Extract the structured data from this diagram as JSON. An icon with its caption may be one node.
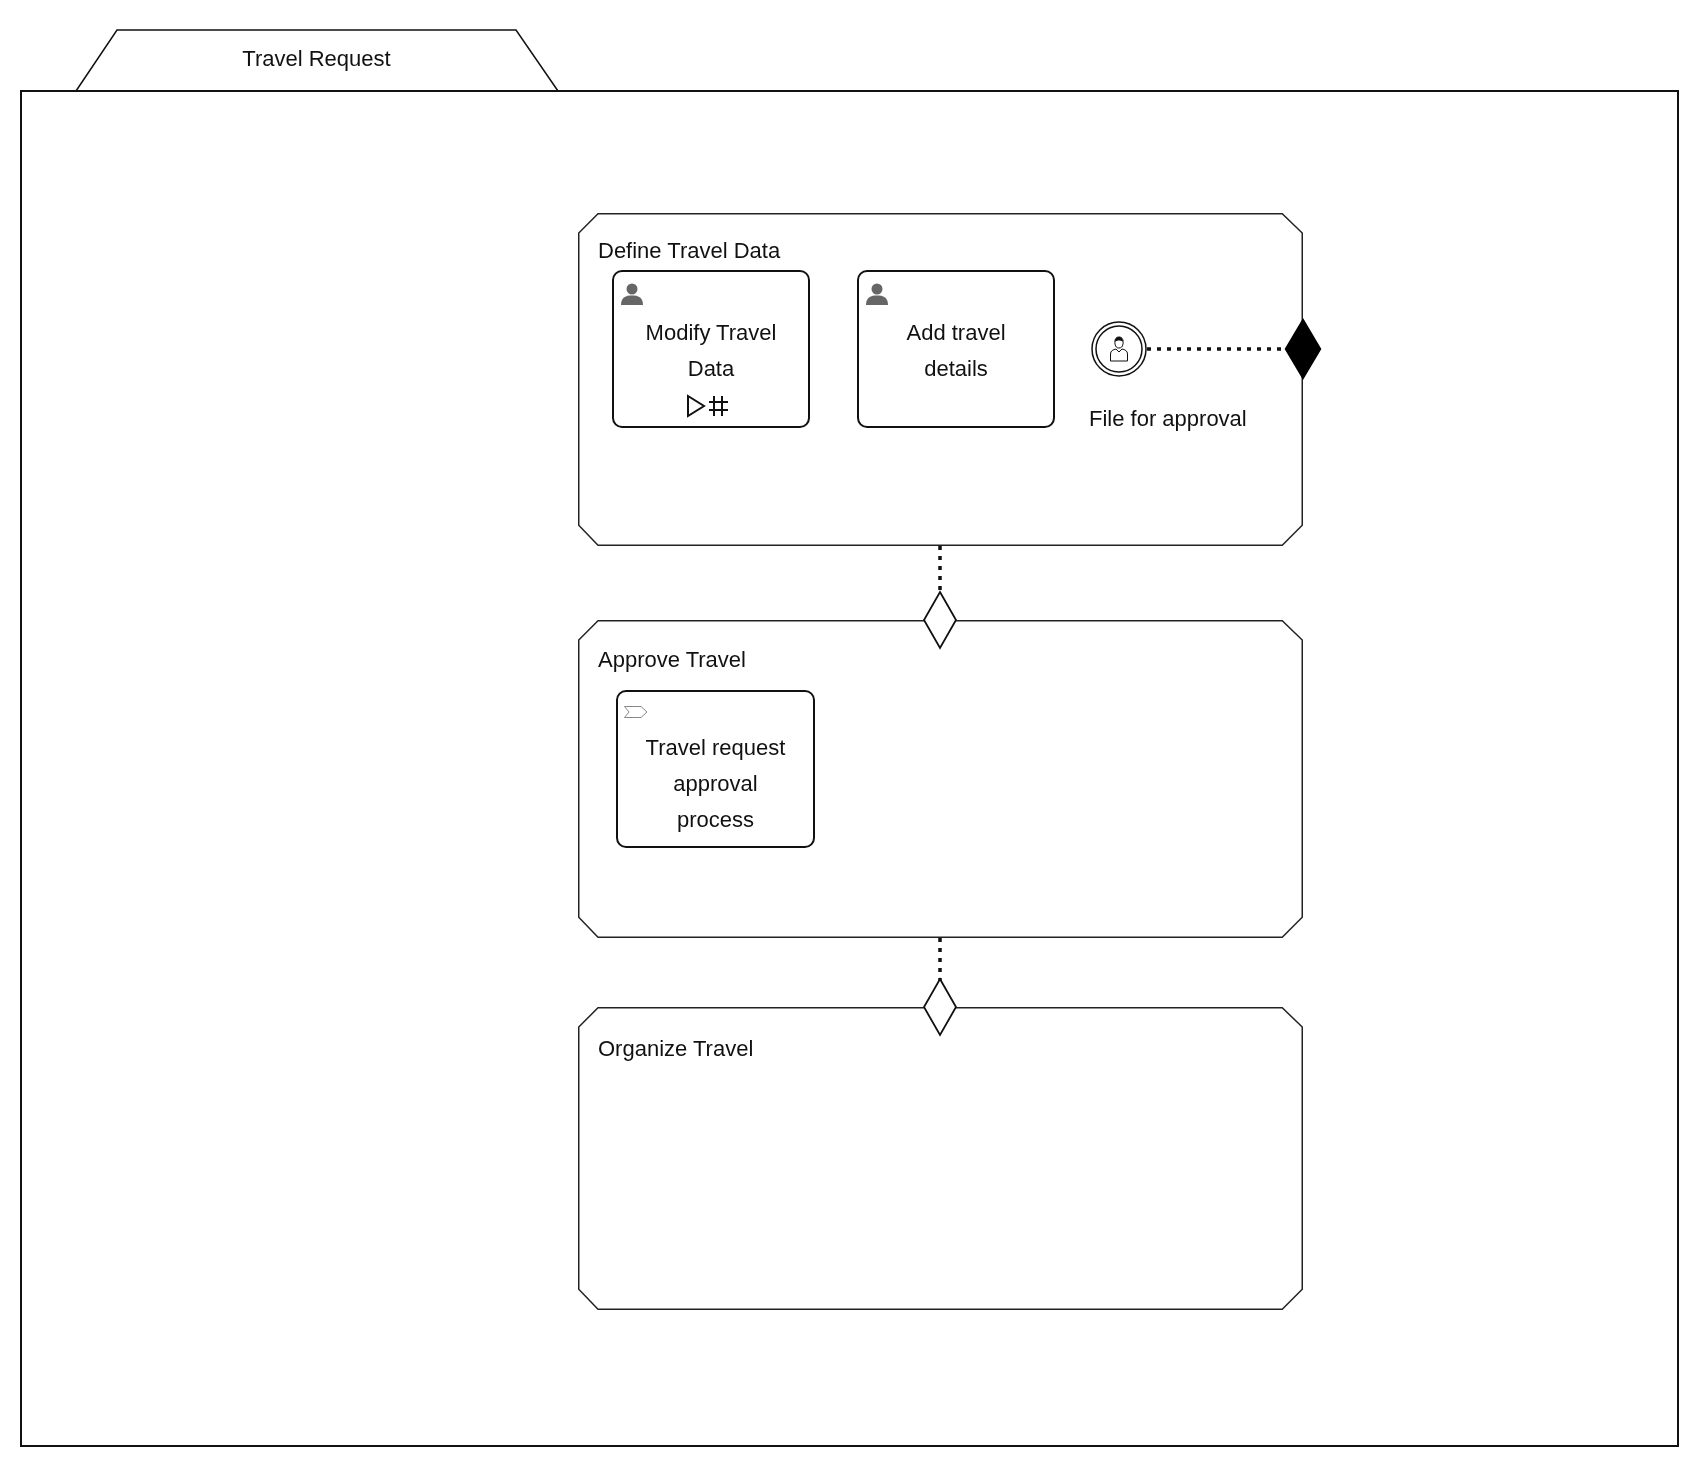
{
  "diagram": {
    "nodes": [
      {
        "text": [
          "Travel Request"
        ]
      },
      {
        "text": [
          "Define Travel Data"
        ],
        "in": 0
      },
      {
        "text": [
          "Modify Travel Data"
        ],
        "in": 1
      },
      {
        "text": [
          "Add travel details"
        ],
        "in": 1
      },
      {
        "text": [],
        "shape": "circle",
        "beside": [
          "File for approval"
        ],
        "in": 1
      },
      {
        "text": [
          "Approve Travel"
        ],
        "in": 0
      },
      {
        "text": [
          "Travel request approval process"
        ],
        "in": 5
      },
      {
        "text": [
          "Organize Travel"
        ],
        "in": 0
      }
    ],
    "edges": [
      {
        "from": 4,
        "to": 1,
        "arrow": "other",
        "style": "dashed"
      },
      {
        "from": 1,
        "to": 5,
        "arrow": "other",
        "style": "dashed"
      },
      {
        "from": 5,
        "to": 7,
        "arrow": "other",
        "style": "dashed"
      }
    ]
  }
}
